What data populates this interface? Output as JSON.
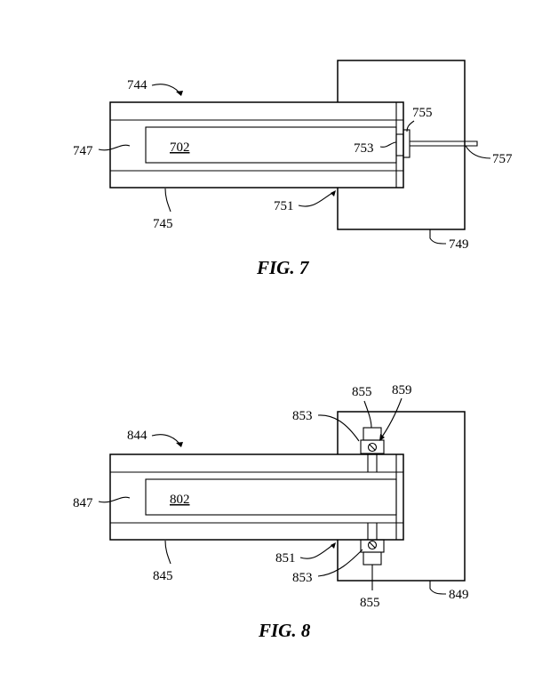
{
  "fig7": {
    "caption": "FIG. 7",
    "labels": {
      "r744": "744",
      "r747": "747",
      "r702": "702",
      "r753": "753",
      "r755": "755",
      "r757": "757",
      "r745": "745",
      "r751": "751",
      "r749": "749"
    }
  },
  "fig8": {
    "caption": "FIG. 8",
    "labels": {
      "r844": "844",
      "r847": "847",
      "r802": "802",
      "r853_top": "853",
      "r855_top": "855",
      "r859": "859",
      "r845": "845",
      "r851": "851",
      "r853_bottom": "853",
      "r855_bottom": "855",
      "r849": "849"
    }
  }
}
